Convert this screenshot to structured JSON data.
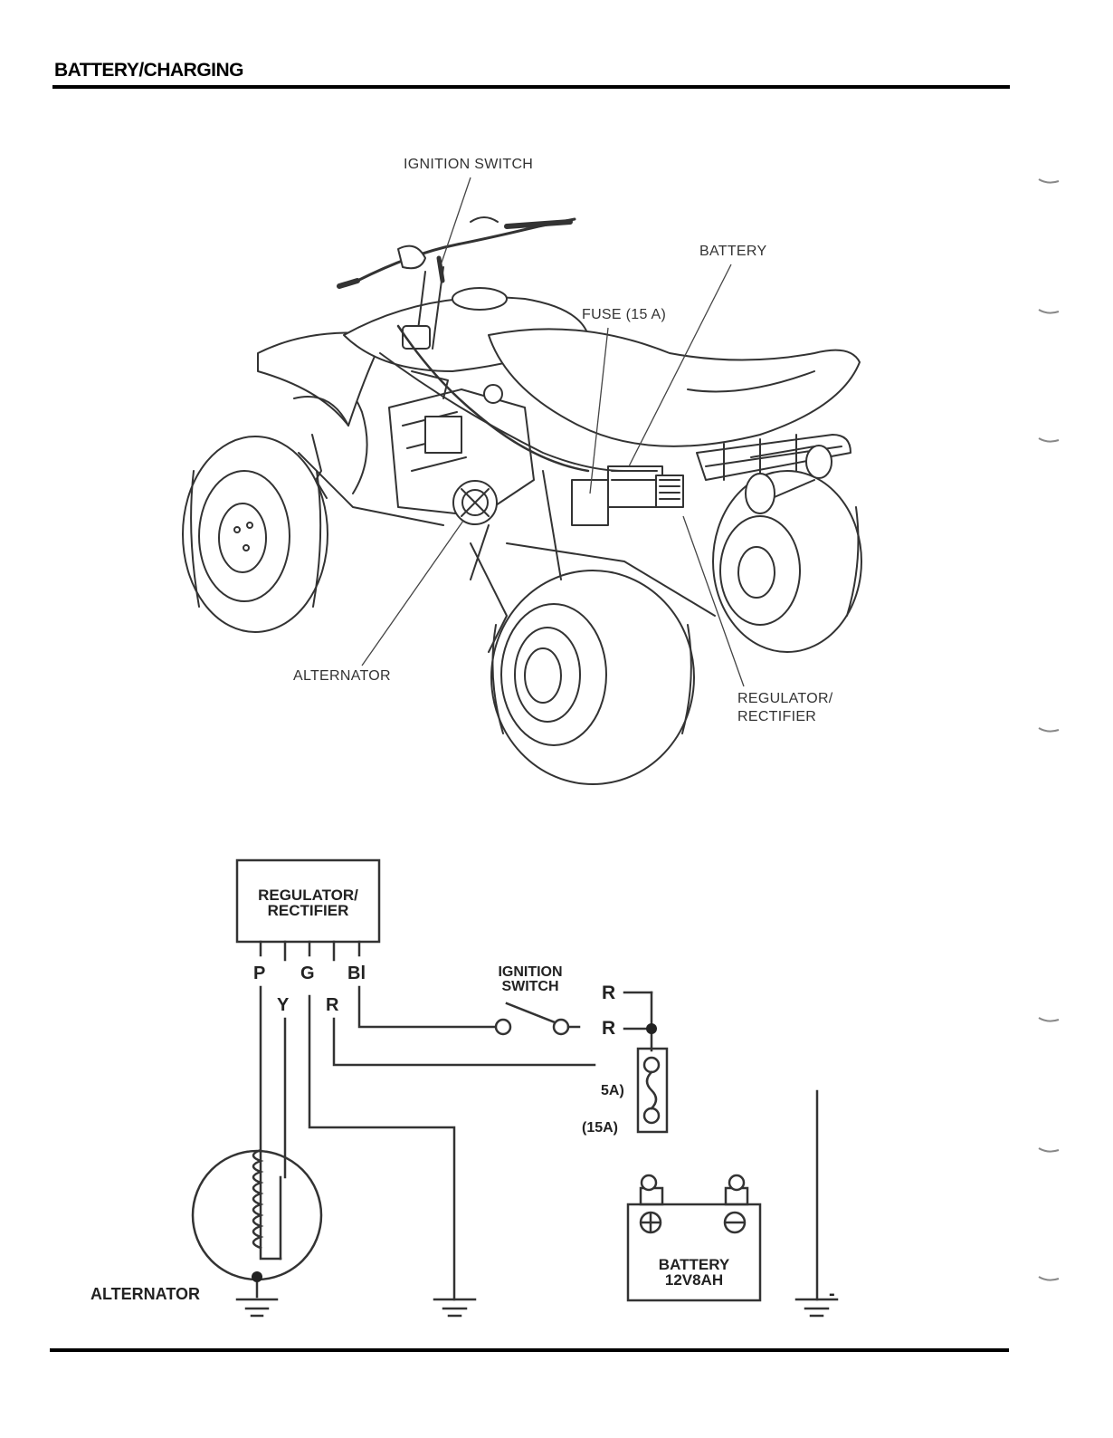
{
  "header": {
    "title": "BATTERY/CHARGING"
  },
  "illustration": {
    "callouts": {
      "ignition_switch": "IGNITION SWITCH",
      "battery": "BATTERY",
      "fuse": "FUSE (15 A)",
      "alternator": "ALTERNATOR",
      "regulator_line1": "REGULATOR/",
      "regulator_line2": "RECTIFIER"
    }
  },
  "schematic": {
    "regulator_box": {
      "line1": "REGULATOR/",
      "line2": "RECTIFIER"
    },
    "wires": {
      "p": "P",
      "y": "Y",
      "g": "G",
      "r": "R",
      "bl": "Bl"
    },
    "ignition_switch": {
      "line1": "IGNITION",
      "line2": "SWITCH"
    },
    "connector_labels": {
      "r_top": "R",
      "r_mid": "R"
    },
    "fuse_labels": {
      "partial": "5A)",
      "full": "(15A)"
    },
    "battery": {
      "line1": "BATTERY",
      "line2": "12V8AH",
      "minus_mark": "-"
    },
    "alternator_label": "ALTERNATOR"
  }
}
